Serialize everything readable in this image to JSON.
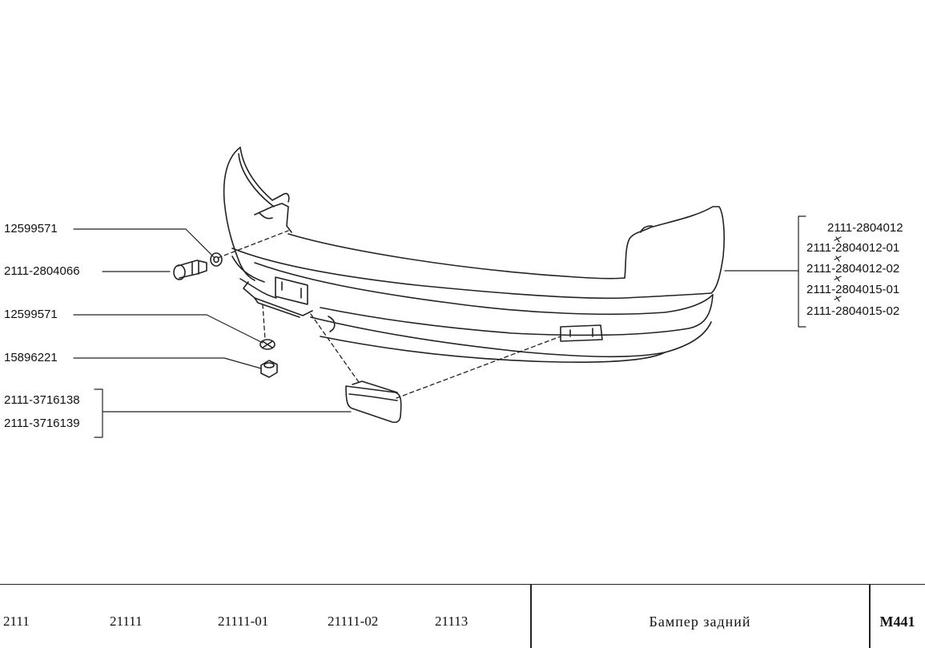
{
  "labels": {
    "washer_1": "12599571",
    "bolt": "2111-2804066",
    "washer_2": "12599571",
    "nut": "15896221",
    "reflector_l": "2111-3716138",
    "reflector_r": "2111-3716139",
    "bumper_variants": [
      "2111-2804012",
      "2111-2804012-01",
      "2111-2804012-02",
      "2111-2804015-01",
      "2111-2804015-02"
    ]
  },
  "footer": {
    "models": [
      "2111",
      "21111",
      "21111-01",
      "21111-02",
      "21113"
    ],
    "title": "Бампер  задний",
    "code": "М441"
  }
}
